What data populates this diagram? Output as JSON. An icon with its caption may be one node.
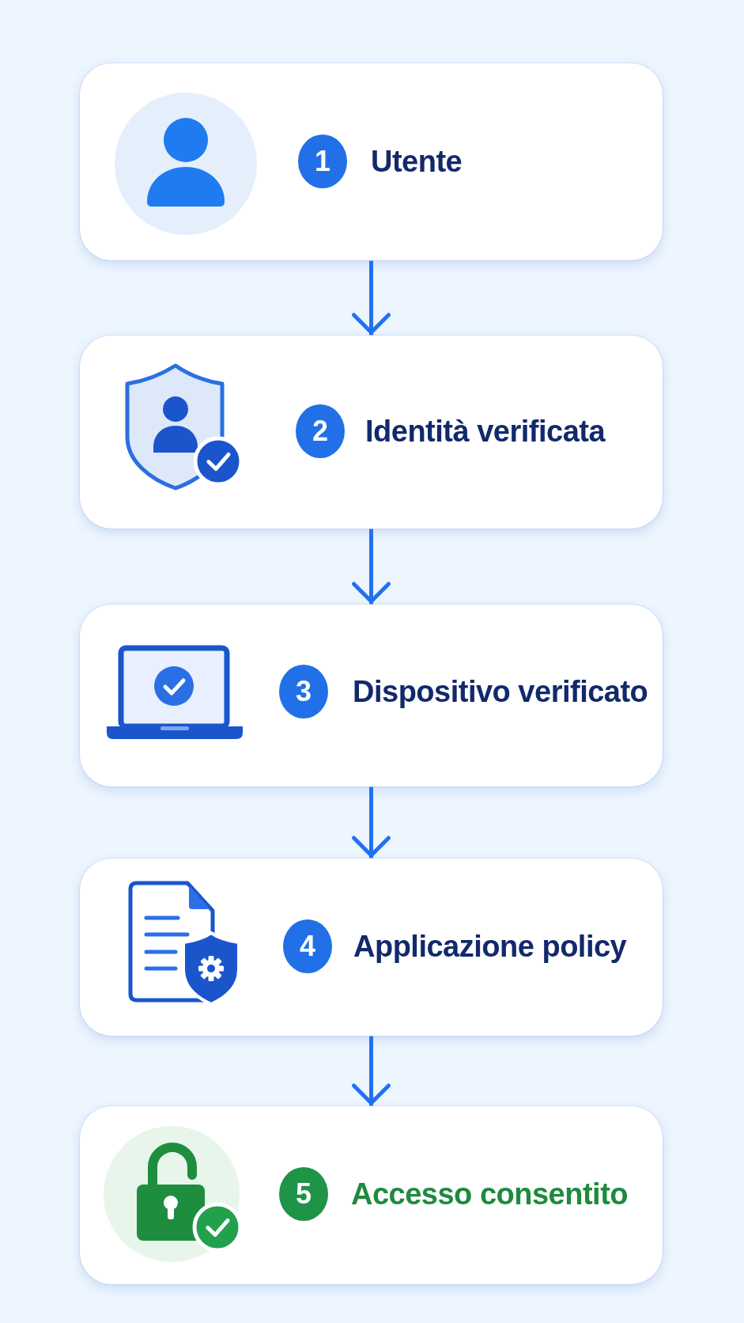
{
  "diagram": {
    "nodes": [
      {
        "text": [
          "1",
          "Utente"
        ]
      },
      {
        "text": [
          "2",
          "Identità verificata"
        ]
      },
      {
        "text": [
          "3",
          "Dispositivo verificato"
        ]
      },
      {
        "text": [
          "4",
          "Applicazione policy"
        ]
      },
      {
        "text": [
          "5",
          "Accesso consentito"
        ]
      }
    ],
    "edges": [
      {
        "from": 0,
        "to": 1,
        "arrow": "to"
      },
      {
        "from": 1,
        "to": 2,
        "arrow": "to"
      },
      {
        "from": 2,
        "to": 3,
        "arrow": "to"
      },
      {
        "from": 3,
        "to": 4,
        "arrow": "to"
      }
    ]
  }
}
